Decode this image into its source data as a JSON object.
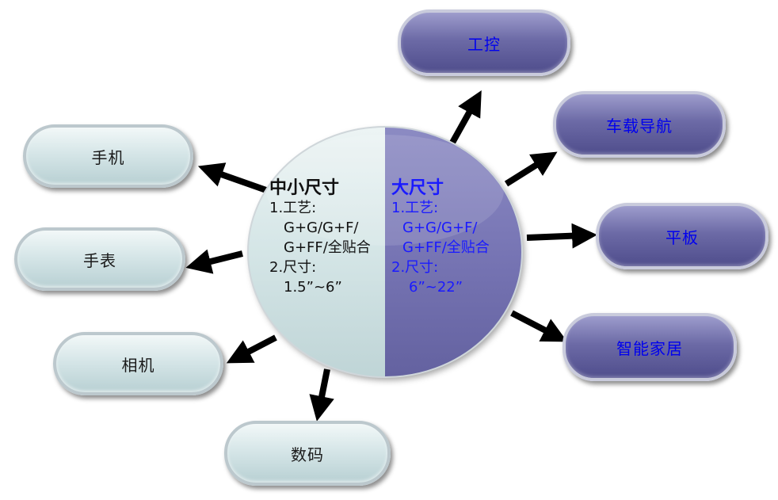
{
  "center": {
    "left": {
      "title": "中小尺寸",
      "process_label": "1.工艺:",
      "process_line1": "G+G/G+F/",
      "process_line2": "G+FF/全贴合",
      "size_label": "2.尺寸:",
      "size_value": "1.5”~6”"
    },
    "right": {
      "title": "大尺寸",
      "process_label": "1.工艺:",
      "process_line1": "G+G/G+F/",
      "process_line2": "G+FF/全贴合",
      "size_label": "2.尺寸:",
      "size_value": "6”~22”"
    }
  },
  "left_nodes": [
    "手机",
    "手表",
    "相机",
    "数码"
  ],
  "right_nodes": [
    "工控",
    "车载导航",
    "平板",
    "智能家居"
  ],
  "colors": {
    "left_fill": "#d6e6e8",
    "right_fill": "#6c6aa6",
    "right_text": "#1a1aff",
    "arrow": "#000000"
  }
}
